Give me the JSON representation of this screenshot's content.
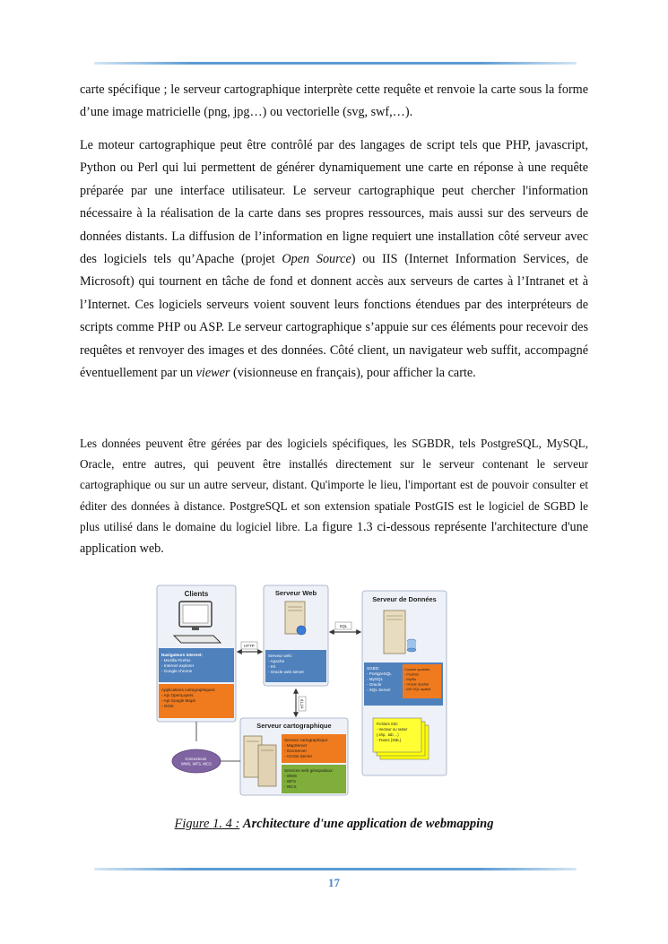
{
  "paragraphs": {
    "p1": "carte spécifique ; le serveur cartographique interprète cette requête et renvoie la carte sous la forme d’une image matricielle (png, jpg…) ou vectorielle (svg, swf,…).",
    "p2_a": "Le moteur cartographique peut être contrôlé par des langages de script tels que PHP, javascript, Python ou Perl qui lui permettent de générer dynamiquement une carte en réponse à une requête préparée par une interface utilisateur. Le serveur cartographique peut chercher l'information nécessaire à la réalisation de la carte dans ses propres ressources, mais aussi sur des serveurs de données distants. La diffusion de l’information en ligne requiert une installation côté serveur avec des logiciels tels qu’Apache (projet ",
    "p2_open_source": "Open Source",
    "p2_b": ") ou IIS (Internet Information Services, de Microsoft) qui tournent en tâche de fond et donnent accès aux serveurs de cartes à l’Intranet et à l’Internet. Ces logiciels serveurs voient souvent leurs fonctions étendues par des interpréteurs de scripts comme PHP ou ASP. Le serveur cartographique s’appuie sur ces éléments pour recevoir des requêtes et renvoyer des images et des données. Côté client, un navigateur web suffit, accompagné éventuellement par un ",
    "p2_viewer": "viewer",
    "p2_c": " (visionneuse en français), pour afficher la carte.",
    "p3_a": "Les données peuvent être gérées par des logiciels spécifiques, les SGBDR, tels PostgreSQL, MySQL, Oracle, entre autres, qui peuvent être installés directement sur le serveur contenant le serveur cartographique ou sur un autre serveur, distant. Qu'importe le lieu, l'important est de pouvoir consulter et éditer des données à distance. PostgreSQL et son extension spatiale PostGIS est le logiciel de SGBD le  plus utilisé dans le domaine du logiciel libre. ",
    "p3_b": "La figure 1.3 ci-dessous représente l'architecture d'une application web."
  },
  "figure": {
    "clients": {
      "title": "Clients",
      "nav_lines": [
        "Navigateurs Internet:",
        "- Mozilla Firefox",
        "- Internet explorer",
        "- Google chrome"
      ],
      "app_lines": [
        "Applications cartographiques:",
        "- Api OpenLayers",
        "- Api Google Maps",
        "- OGIs"
      ]
    },
    "web": {
      "title": "Serveur Web",
      "lines": [
        "Serveur web:",
        "- Apache",
        "- IIS",
        "- Oracle web server"
      ]
    },
    "data": {
      "title": "Serveur de Données",
      "sgbd_lines": [
        "SGBD:",
        "- PostgreSQL",
        "- MySQL",
        "- Oracle",
        "- SQL Server"
      ],
      "spatial_lines": [
        "Couche spatiale:",
        "- PostGis",
        "- MySIs",
        "- Oracle Spatial",
        "- MS SQL spatial"
      ],
      "files_lines": [
        "Fichiers SIG:",
        "- Vecteur ou raster",
        "  (.shp, .tab, ..)",
        "- Textes (XML)"
      ]
    },
    "carto": {
      "title": "Serveur cartographique",
      "server_lines": [
        "Serveur cartographique:",
        "- MapServer",
        "- GeoServer",
        "- ArcGis Server"
      ],
      "services_lines": [
        "Services web géospatiaux:",
        "- WMS",
        "- WFS",
        "- WCS"
      ]
    },
    "connectors_lines": [
      "Connecteurs",
      "WMS, WFS, WCS"
    ],
    "arrows": {
      "http1": "HTTP",
      "sql": "SQL",
      "http2": "HTTP"
    }
  },
  "caption": {
    "label": "Figure 1. 4 :",
    "title": "Architecture d'une application de webmapping"
  },
  "page_number": "17",
  "colors": {
    "rule_blue": "#5b9bd5",
    "box_blue": "#4f81bd",
    "box_orange": "#f07a1e",
    "box_green": "#7fae3a",
    "box_yellow": "#ffff00",
    "box_purple": "#8064a2",
    "page_number_blue": "#4a86c5"
  }
}
